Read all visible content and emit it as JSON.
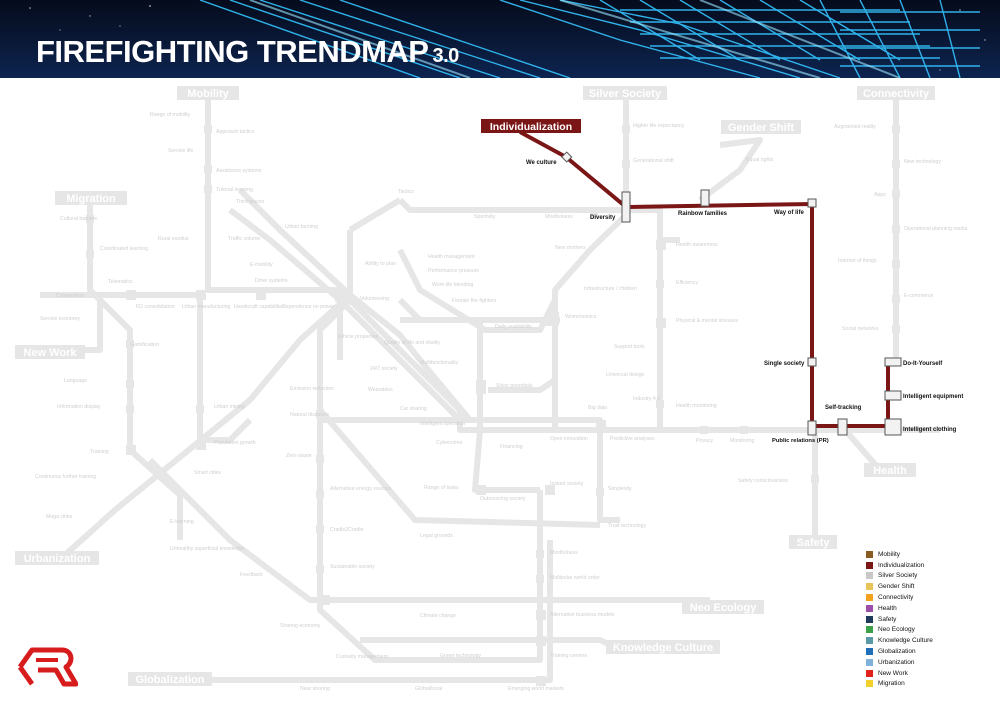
{
  "title": {
    "main": "FIREFIGHTING TRENDMAP",
    "version": "3.0"
  },
  "lines": {
    "mobility": "Mobility",
    "silver_society": "Silver Society",
    "connectivity": "Connectivity",
    "migration": "Migration",
    "gender_shift": "Gender Shift",
    "new_work": "New Work",
    "urbanization": "Urbanization",
    "health": "Health",
    "safety": "Safety",
    "neo_ecology": "Neo Ecology",
    "knowledge_culture": "Knowledge Culture",
    "globalization": "Globalization",
    "individualization": "Individualization"
  },
  "highlighted_stations": {
    "we_culture": "We culture",
    "diversity": "Diversity",
    "rainbow_families": "Rainbow families",
    "way_of_life": "Way of life",
    "single_society": "Single society",
    "public_relations": "Public relations (PR)",
    "self_tracking": "Self-tracking",
    "do_it_yourself": "Do-It-Yourself",
    "intelligent_equipment": "Intelligent equipment",
    "intelligent_clothing": "Intelligent clothing"
  },
  "faded_stations": [
    "Range of mobility",
    "Approach tactics",
    "Service life",
    "Assistance systems",
    "Tutorial learning",
    "Third places",
    "Cultural barriers",
    "Coordinated learning",
    "Rural exodus",
    "Traffic volume",
    "Urban farming",
    "E-mobility",
    "Drive systems",
    "Telematics",
    "Cooperation",
    "Service economy",
    "FD consolidation",
    "Urban manufacturing",
    "Handicraft capabilities",
    "Dependence on power",
    "Gamification",
    "Language",
    "Information display",
    "Training",
    "Continuous further training",
    "Mega cities",
    "E-learning",
    "Unhealthy superficial knowledge",
    "Feedback",
    "Urban mining",
    "Population growth",
    "Smart cities",
    "Tactics",
    "Sportivity",
    "Mindfulness",
    "Ability to plan",
    "Health management",
    "Performance pressure",
    "Work-life blending",
    "Female fire fighters",
    "Volunteering",
    "Daily availability",
    "Womenomics",
    "Vehicle properties",
    "Quality of life and vitality",
    "Multifunctionality",
    "24/7 society",
    "Wearables",
    "Emission reduction",
    "Natural disasters",
    "Car sharing",
    "Intelligent operation",
    "Cybercrime",
    "Zero waste",
    "Alternative energy sources",
    "Cradle2Cradle",
    "Sustainable society",
    "Legal grounds",
    "Range of tasks",
    "Outsourcing society",
    "Instant society",
    "Financing",
    "Open innovation",
    "Big data",
    "Industry 4.0",
    "Predictive analyses",
    "Simplexity",
    "Trust technology",
    "Higher life expectancy",
    "Generational shift",
    "New mothers",
    "Infrastructure / children",
    "Support tools",
    "Universal design",
    "Silver potentials",
    "Equal rights",
    "Augmented reality",
    "New technology",
    "Apps",
    "Operational planning media",
    "Internet of things",
    "E-commerce",
    "Social networks",
    "Health awareness",
    "Efficiency",
    "Physical & mental stresses",
    "Health monitoring",
    "Privacy",
    "Monitoring",
    "Safety consciousness",
    "Mindfulness",
    "Multipolar world order",
    "Climate change",
    "Alternative business models",
    "Sharing economy",
    "Curiosity management",
    "Green technology",
    "Training centers",
    "Near shoring",
    "Global/local",
    "Emerging world markets"
  ],
  "legend": [
    {
      "label": "Mobility",
      "color": "#8a5a1e"
    },
    {
      "label": "Individualization",
      "color": "#7a1616"
    },
    {
      "label": "Silver Society",
      "color": "#c8c8c8"
    },
    {
      "label": "Gender Shift",
      "color": "#e8c35a"
    },
    {
      "label": "Connectivity",
      "color": "#f2a21c"
    },
    {
      "label": "Health",
      "color": "#9b4fa8"
    },
    {
      "label": "Safety",
      "color": "#1f3a5c"
    },
    {
      "label": "Neo Ecology",
      "color": "#3aa14a"
    },
    {
      "label": "Knowledge Culture",
      "color": "#5a9aa8"
    },
    {
      "label": "Globalization",
      "color": "#1e6fb8"
    },
    {
      "label": "Urbanization",
      "color": "#7fb1dc"
    },
    {
      "label": "New Work",
      "color": "#e3211b"
    },
    {
      "label": "Migration",
      "color": "#f4d02a"
    }
  ],
  "colors": {
    "highlight": "#7a1616",
    "faded": "#e6e6e6",
    "faded_text": "#cfcfcf",
    "banner": "#0a1a3a",
    "neon": "#2fb8ff"
  }
}
